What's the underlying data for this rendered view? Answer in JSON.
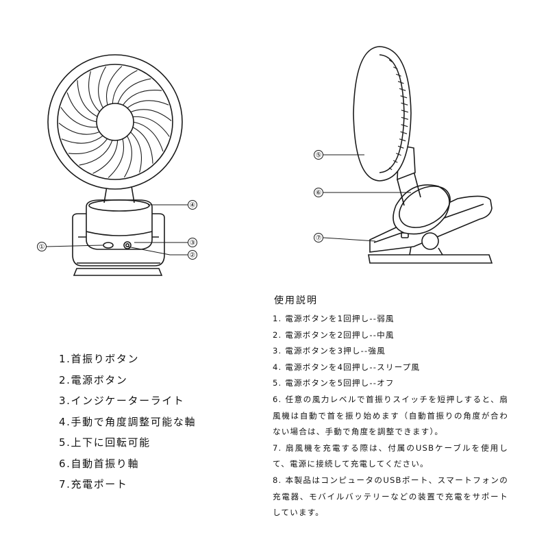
{
  "callouts": [
    "①",
    "②",
    "③",
    "④",
    "⑤",
    "⑥",
    "⑦"
  ],
  "parts": [
    "1.首振りボタン",
    "2.電源ボタン",
    "3.インジケーターライト",
    "4.手動で角度調整可能な軸",
    "5.上下に回転可能",
    "6.自動首振り軸",
    "7.充電ポート"
  ],
  "instructions": {
    "title": "使用説明",
    "items": [
      "1. 電源ボタンを1回押し--弱風",
      "2. 電源ボタンを2回押し--中風",
      "3. 電源ボタンを3押し--強風",
      "4. 電源ボタンを4回押し--スリープ風",
      "5. 電源ボタンを5回押し--オフ",
      "6. 任意の風力レベルで首振りスイッチを短押しすると、扇風機は自動で首を振り始めます（自動首振りの角度が合わない場合は、手動で角度を調整できます）。",
      "7. 扇風機を充電する際は、付属のUSBケーブルを使用して、電源に接続して充電してください。",
      "8. 本製品はコンピュータのUSBポート、スマートフォンの充電器、モバイルバッテリーなどの装置で充電をサポートしています。"
    ]
  }
}
